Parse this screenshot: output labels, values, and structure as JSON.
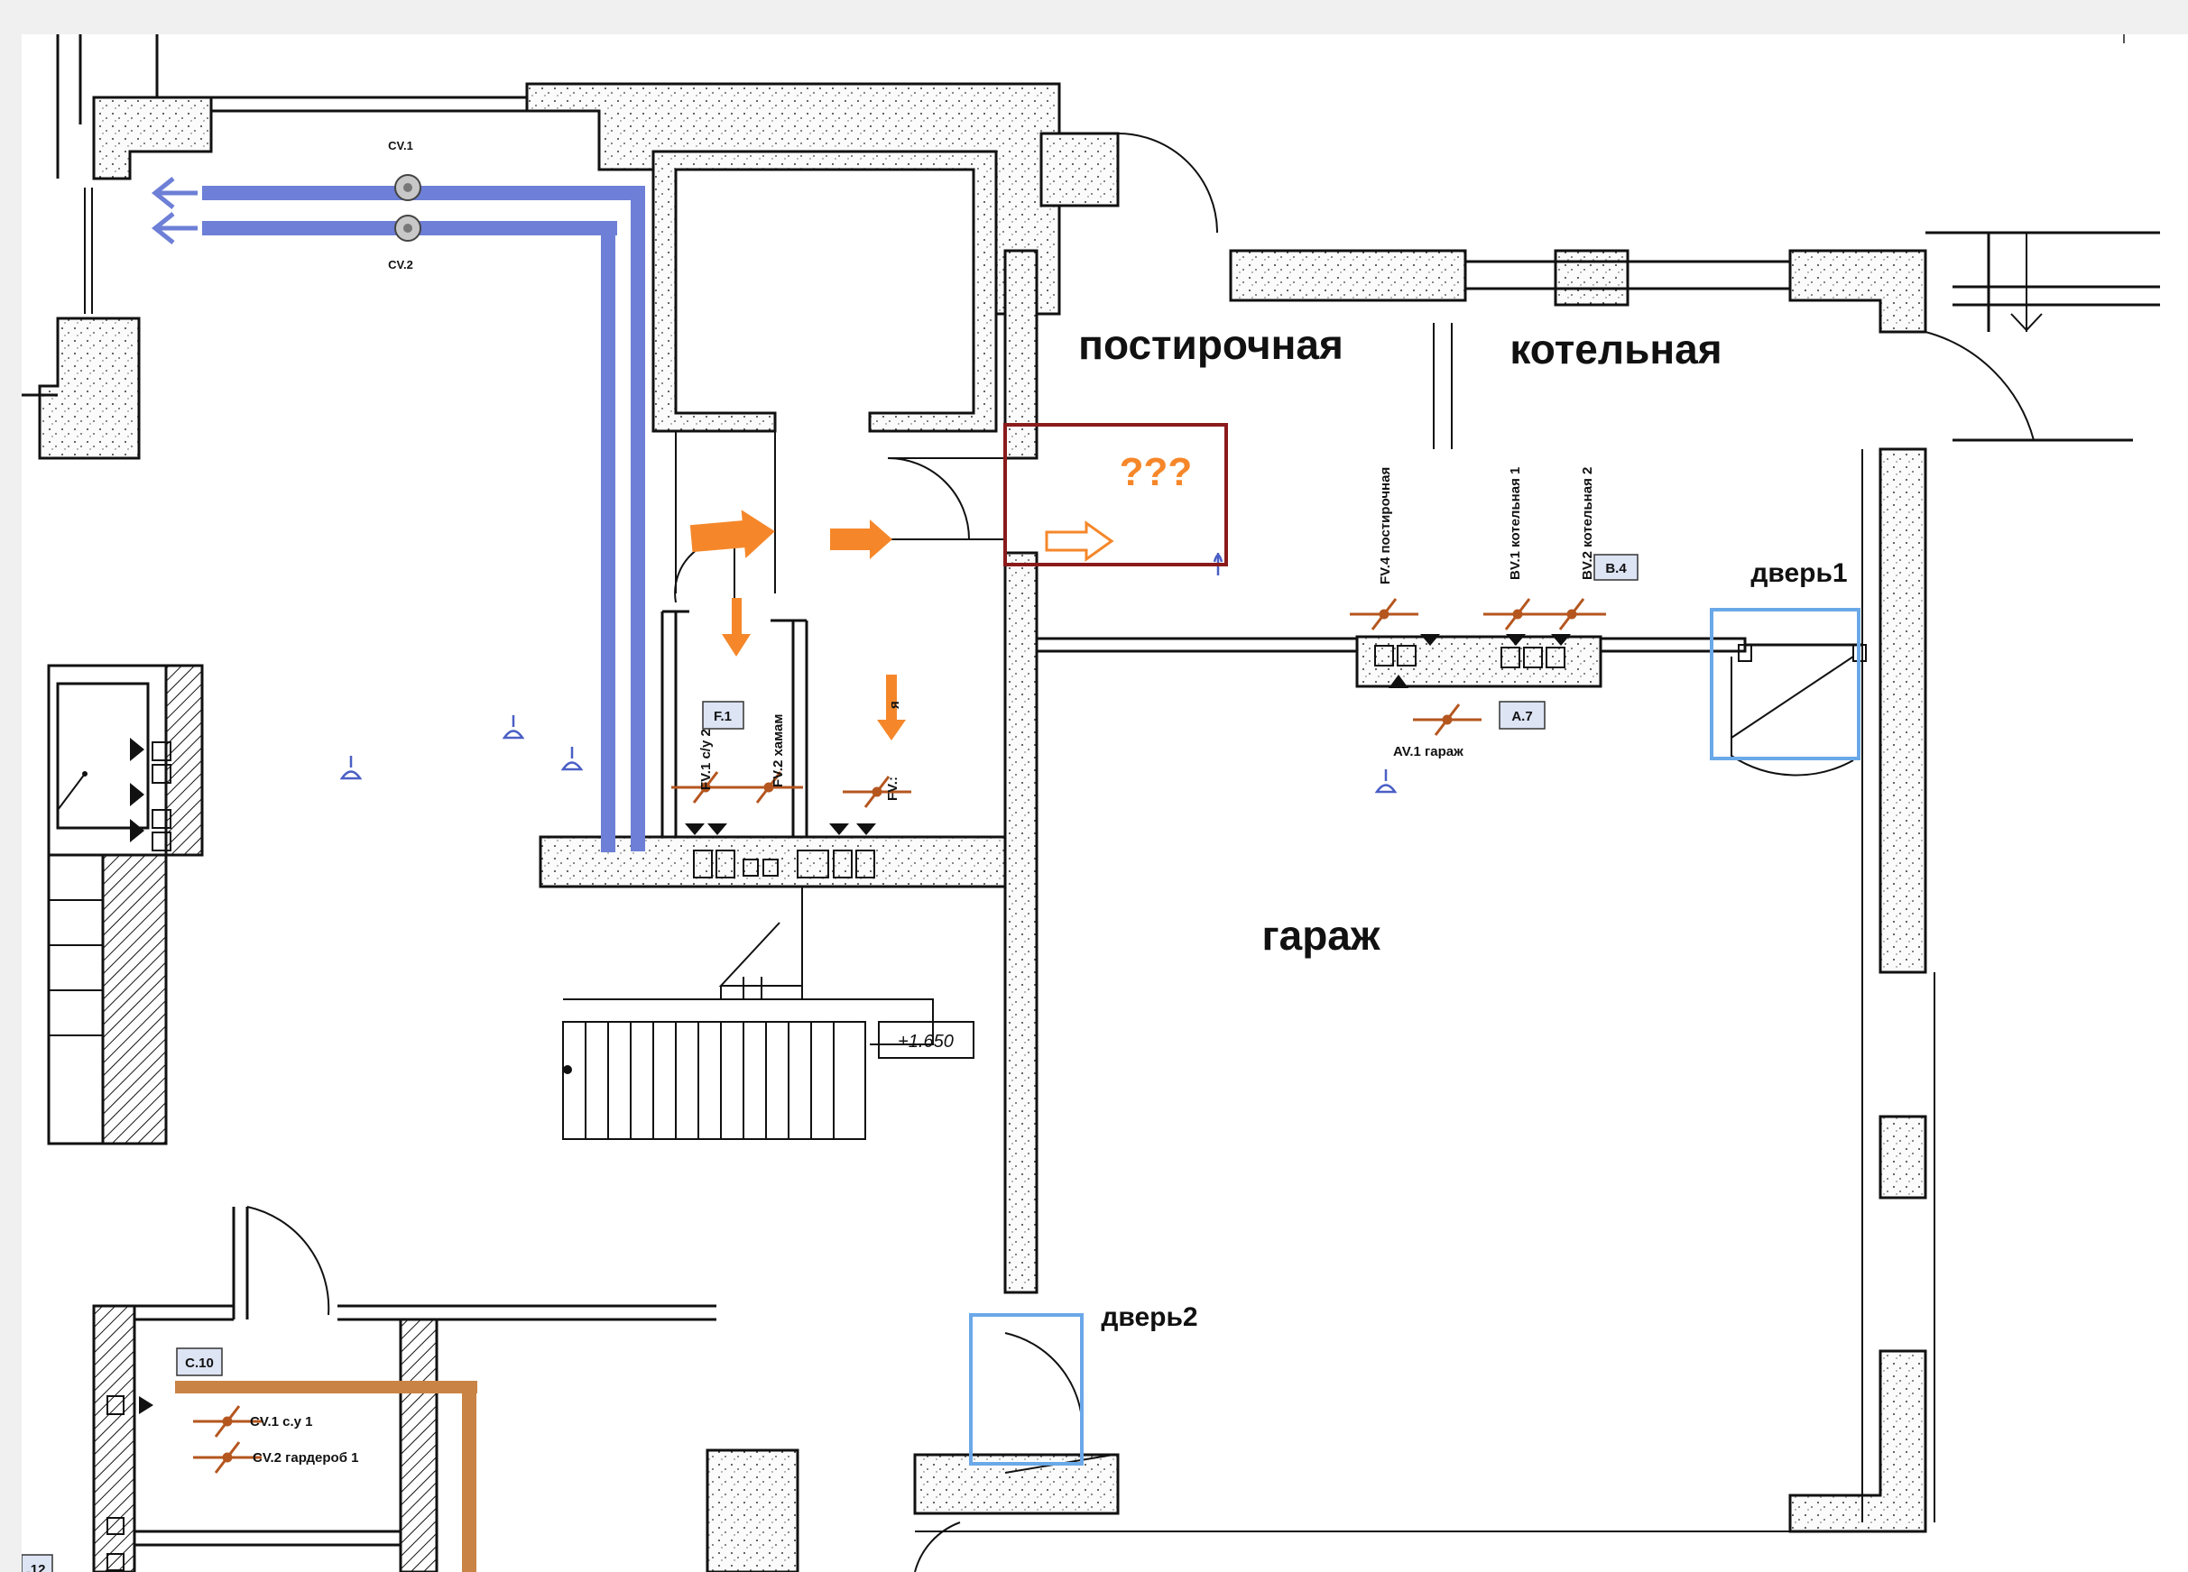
{
  "rooms": {
    "postirochnaya": "постирочная",
    "kotelnaya": "котельная",
    "garazh": "гараж"
  },
  "doors": {
    "door1": "дверь1",
    "door2": "дверь2"
  },
  "question": "???",
  "level_mark": "+1.650",
  "tags": {
    "b4": "B.4",
    "a7": "A.7",
    "f1": "F.1",
    "c10": "C.10",
    "c12": ".12"
  },
  "devices": {
    "cv1_top": "CV.1",
    "cv2_top": "CV.2",
    "fv4": "FV.4 постирочная",
    "bv1": "BV.1 котельная 1",
    "bv2": "BV.2 котельная 2",
    "av1": "AV.1 гараж",
    "fv1": "FV.1 с/у 2",
    "fv2": "FV.2 хамам",
    "fv3": "FV.:",
    "fv3_suffix": "я",
    "cv1_bottom": "CV.1 с.у 1",
    "cv2_bottom": "CV.2 гардероб 1"
  },
  "colors": {
    "duct_blue": "#6d7fd6",
    "arrow_orange": "#f5872a",
    "duct_brown": "#c98445",
    "damper": "#b5561f",
    "highlight_red": "#8b1a1a",
    "highlight_blue": "#6aa8e8"
  }
}
